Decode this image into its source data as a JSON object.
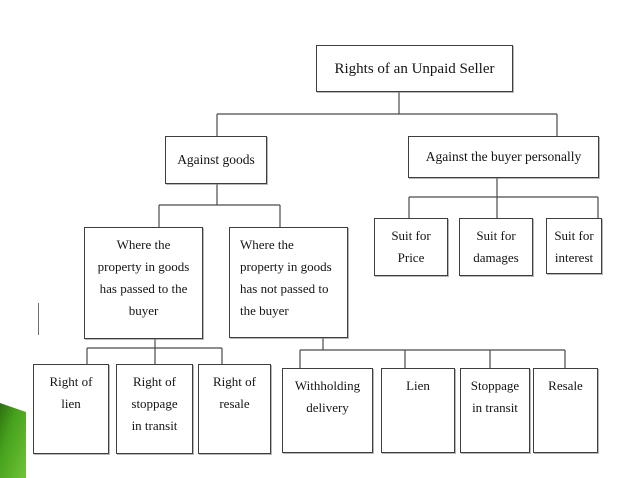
{
  "slide": {
    "background_color": "#ffffff",
    "connector_color": "#4a4a4a",
    "box_border_color": "#3e3e3e",
    "accent": {
      "green_dark": "#2e6e11",
      "green_mid": "#46a01c",
      "green_light": "#70c437"
    }
  },
  "diagram": {
    "title": "Rights of an Unpaid Seller",
    "nodes": {
      "root": "Rights of an Unpaid Seller",
      "against_goods": "Against goods",
      "against_buyer": "Against the buyer personally",
      "property_passed": "Where the\nproperty in goods\nhas passed to the\nbuyer",
      "property_not_passed": "Where the\nproperty in goods\nhas not passed to\nthe buyer",
      "suit_price": "Suit for\nPrice",
      "suit_damages": "Suit for\ndamages",
      "suit_interest": "Suit for\ninterest",
      "right_lien": "Right of\nlien",
      "right_stoppage": "Right of\nstoppage\nin transit",
      "right_resale": "Right of\nresale",
      "withholding_delivery": "Withholding\ndelivery",
      "lien": "Lien",
      "stoppage_transit": "Stoppage\nin transit",
      "resale": "Resale"
    },
    "hierarchy": {
      "Rights of an Unpaid Seller": {
        "Against goods": {
          "Where the property in goods has passed to the buyer": [
            "Right of lien",
            "Right of stoppage in transit",
            "Right of resale"
          ],
          "Where the property in goods has not passed to the buyer": [
            "Withholding delivery",
            "Lien",
            "Stoppage in transit",
            "Resale"
          ]
        },
        "Against the buyer personally": [
          "Suit for Price",
          "Suit for damages",
          "Suit for interest"
        ]
      }
    }
  }
}
